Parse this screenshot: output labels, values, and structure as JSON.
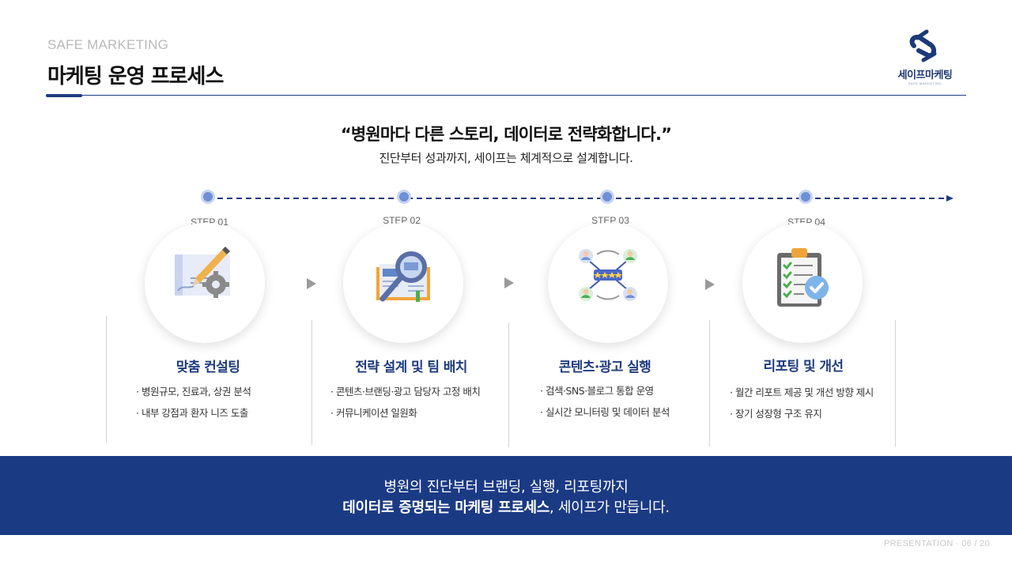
{
  "header": {
    "eyebrow": "SAFE MARKETING",
    "title": "마케팅 운영 프로세스"
  },
  "logo": {
    "name": "세이프마케팅",
    "sub": "SAFE MARKETING"
  },
  "intro": {
    "quote": "“병원마다 다른 스토리, 데이터로 전략화합니다.”",
    "subtitle": "진단부터 성과까지, 세이프는 체계적으로 설계합니다."
  },
  "steps": [
    {
      "label": "STEP 01",
      "icon": "blueprint-gear-icon",
      "title": "맞춤 컨설팅",
      "bullets": [
        "병원규모, 진료과, 상권 분석",
        "내부 강점과 환자 니즈 도출"
      ]
    },
    {
      "label": "STEP 02",
      "icon": "book-magnifier-icon",
      "title": "전략 설계 및 팀 배치",
      "bullets": [
        "콘텐츠·브랜딩·광고 담당자 고정 배치",
        "커뮤니케이션 일원화"
      ]
    },
    {
      "label": "STEP 03",
      "icon": "network-rating-icon",
      "title": "콘텐츠·광고 실행",
      "bullets": [
        "검색·SNS·블로그 통합 운영",
        "실시간 모니터링 및 데이터 분석"
      ]
    },
    {
      "label": "STEP 04",
      "icon": "checklist-clipboard-icon",
      "title": "리포팅 및 개선",
      "bullets": [
        "월간 리포트 제공 및 개선 방향 제시",
        "장기 성장형 구조 유지"
      ]
    }
  ],
  "banner": {
    "line1": "병원의 진단부터 브랜딩, 실행, 리포팅까지",
    "line2_bold": "데이터로 증명되는 마케팅 프로세스",
    "line2_rest": ", 세이프가 만듭니다."
  },
  "footer": {
    "text": "PRESENTATION · 06 / 20"
  },
  "colors": {
    "navy": "#1b3a84",
    "title_blue": "#1f3c7e",
    "dot": "#6f8fd6"
  }
}
